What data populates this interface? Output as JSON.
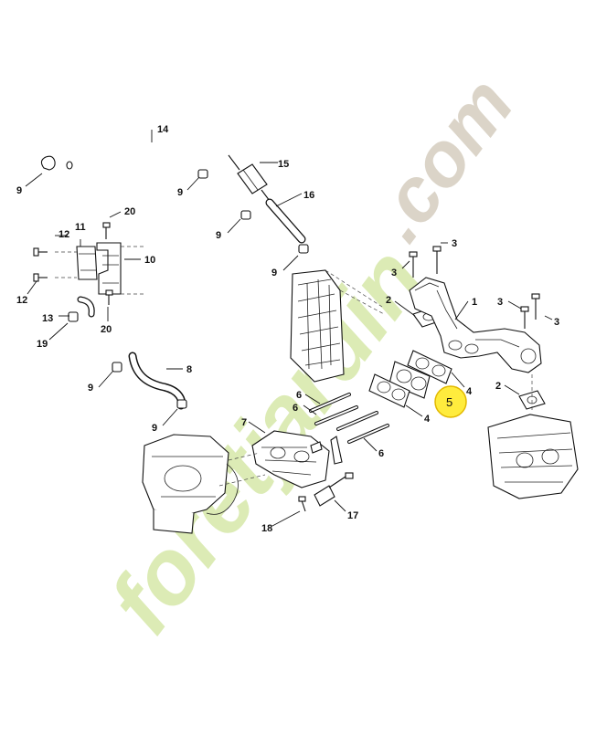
{
  "watermark": {
    "word": "foretjardin",
    "suffix": ".com",
    "word_color": "#d6e8a9",
    "suffix_color": "#d5cdbf"
  },
  "highlight": {
    "label": "5",
    "fill": "#ffec3d",
    "stroke": "#e2b800"
  },
  "callouts": [
    {
      "id": "14",
      "text": "14"
    },
    {
      "id": "9a",
      "text": "9"
    },
    {
      "id": "9b",
      "text": "9"
    },
    {
      "id": "15",
      "text": "15"
    },
    {
      "id": "16",
      "text": "16"
    },
    {
      "id": "9c",
      "text": "9"
    },
    {
      "id": "20a",
      "text": "20"
    },
    {
      "id": "11",
      "text": "11"
    },
    {
      "id": "12a",
      "text": "12"
    },
    {
      "id": "10",
      "text": "10"
    },
    {
      "id": "9d",
      "text": "9"
    },
    {
      "id": "12b",
      "text": "12"
    },
    {
      "id": "3a",
      "text": "3"
    },
    {
      "id": "3b",
      "text": "3"
    },
    {
      "id": "13",
      "text": "13"
    },
    {
      "id": "20b",
      "text": "20"
    },
    {
      "id": "19",
      "text": "19"
    },
    {
      "id": "2a",
      "text": "2"
    },
    {
      "id": "1",
      "text": "1"
    },
    {
      "id": "3c",
      "text": "3"
    },
    {
      "id": "3d",
      "text": "3"
    },
    {
      "id": "8",
      "text": "8"
    },
    {
      "id": "9e",
      "text": "9"
    },
    {
      "id": "4a",
      "text": "4"
    },
    {
      "id": "2b",
      "text": "2"
    },
    {
      "id": "6a",
      "text": "6"
    },
    {
      "id": "6b",
      "text": "6"
    },
    {
      "id": "4b",
      "text": "4"
    },
    {
      "id": "9f",
      "text": "9"
    },
    {
      "id": "7",
      "text": "7"
    },
    {
      "id": "6c",
      "text": "6"
    },
    {
      "id": "17",
      "text": "17"
    },
    {
      "id": "18",
      "text": "18"
    }
  ]
}
